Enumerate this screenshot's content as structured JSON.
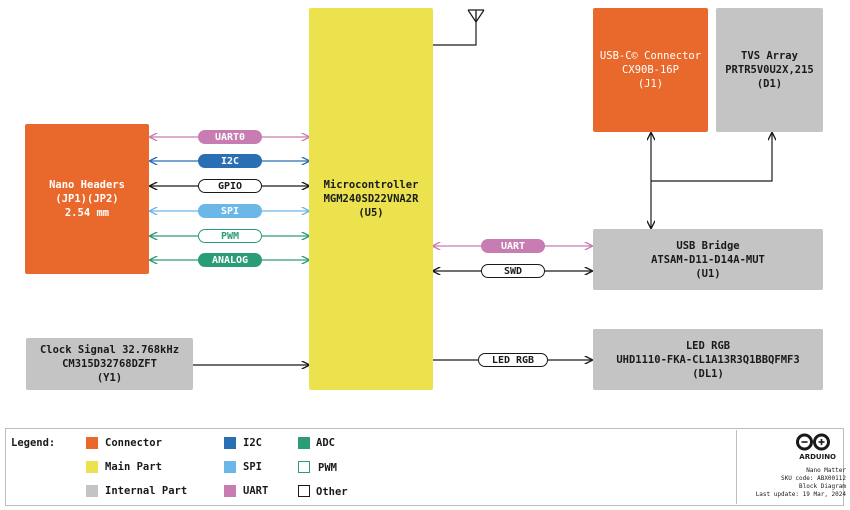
{
  "blocks": {
    "nano_headers": [
      "Nano Headers",
      "(JP1)(JP2)",
      "2.54 mm"
    ],
    "microcontroller": [
      "Microcontroller",
      "MGM240SD22VNA2R",
      "(U5)"
    ],
    "usb_c": [
      "USB-C© Connector",
      "CX90B-16P",
      "(J1)"
    ],
    "tvs": [
      "TVS Array",
      "PRTR5V0U2X,215",
      "(D1)"
    ],
    "usb_bridge": [
      "USB Bridge",
      "ATSAM-D11-D14A-MUT",
      "(U1)"
    ],
    "clock": [
      "Clock Signal 32.768kHz",
      "CM315D32768DZFT",
      "(Y1)"
    ],
    "led": [
      "LED RGB",
      "UHD1110-FKA-CL1A13R3Q1BBQFMF3",
      "(DL1)"
    ]
  },
  "signals": {
    "uart0": "UART0",
    "i2c": "I2C",
    "gpio": "GPIO",
    "spi": "SPI",
    "pwm": "PWM",
    "analog": "ANALOG",
    "uart": "UART",
    "swd": "SWD",
    "led_rgb": "LED RGB"
  },
  "legend": {
    "title": "Legend:",
    "items": {
      "connector": "Connector",
      "main_part": "Main Part",
      "internal_part": "Internal Part",
      "i2c": "I2C",
      "spi": "SPI",
      "uart": "UART",
      "adc": "ADC",
      "pwm": "PWM",
      "other": "Other"
    }
  },
  "info": {
    "brand": "ARDUINO",
    "product": "Nano Matter",
    "sku": "SKU code: ABX00112",
    "doc": "Block Diagram",
    "updated": "Last update: 19 Mar, 2024"
  },
  "colors": {
    "connector": "#E9692C",
    "main_part": "#EBE24E",
    "internal_part": "#C4C4C4",
    "uart": "#C77DB1",
    "i2c": "#2A6EB3",
    "spi": "#6AB7E8",
    "pwm": "#2A9D78",
    "adc": "#2A9D78",
    "other": "#1a1a1a"
  }
}
